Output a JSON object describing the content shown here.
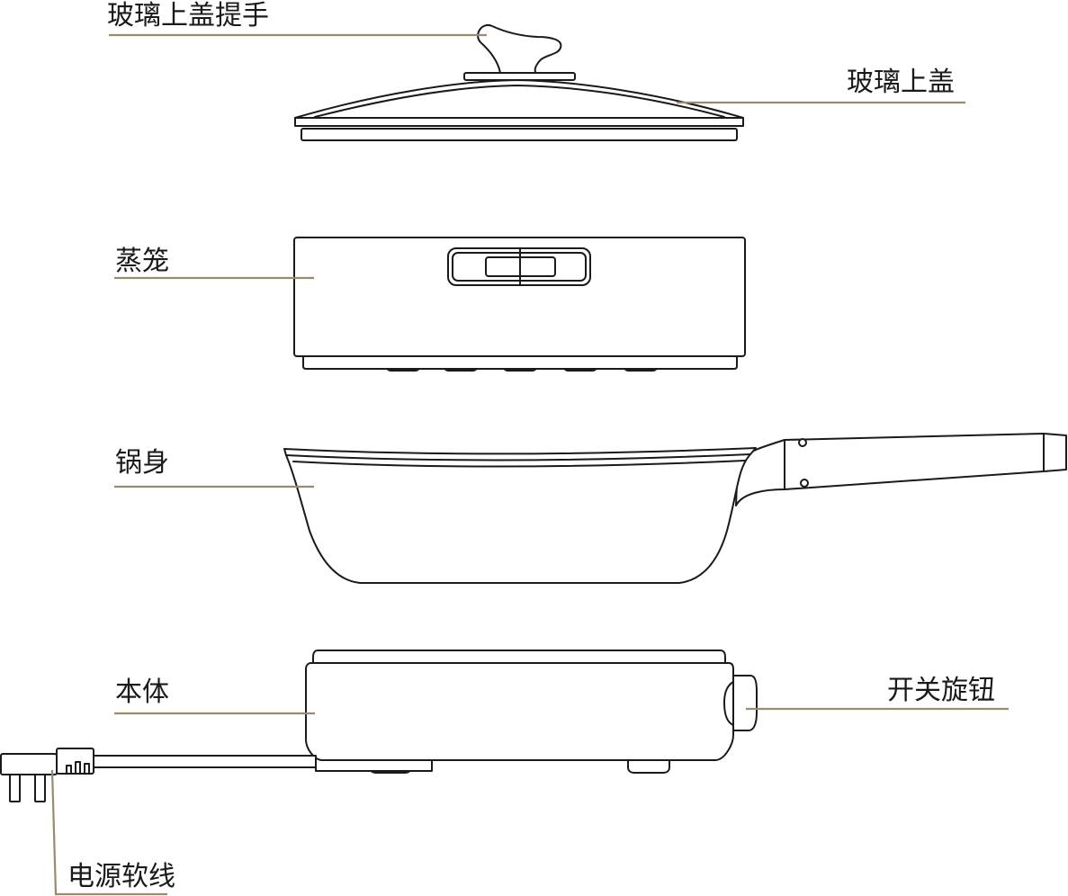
{
  "labels": {
    "lid_handle": "玻璃上盖提手",
    "glass_lid": "玻璃上盖",
    "steamer": "蒸笼",
    "pot_body": "锅身",
    "base": "本体",
    "switch_knob": "开关旋钮",
    "power_cord": "电源软线"
  },
  "colors": {
    "line_art": "#1a1a1a",
    "leader_line": "#9a8b70",
    "background": "#ffffff"
  }
}
